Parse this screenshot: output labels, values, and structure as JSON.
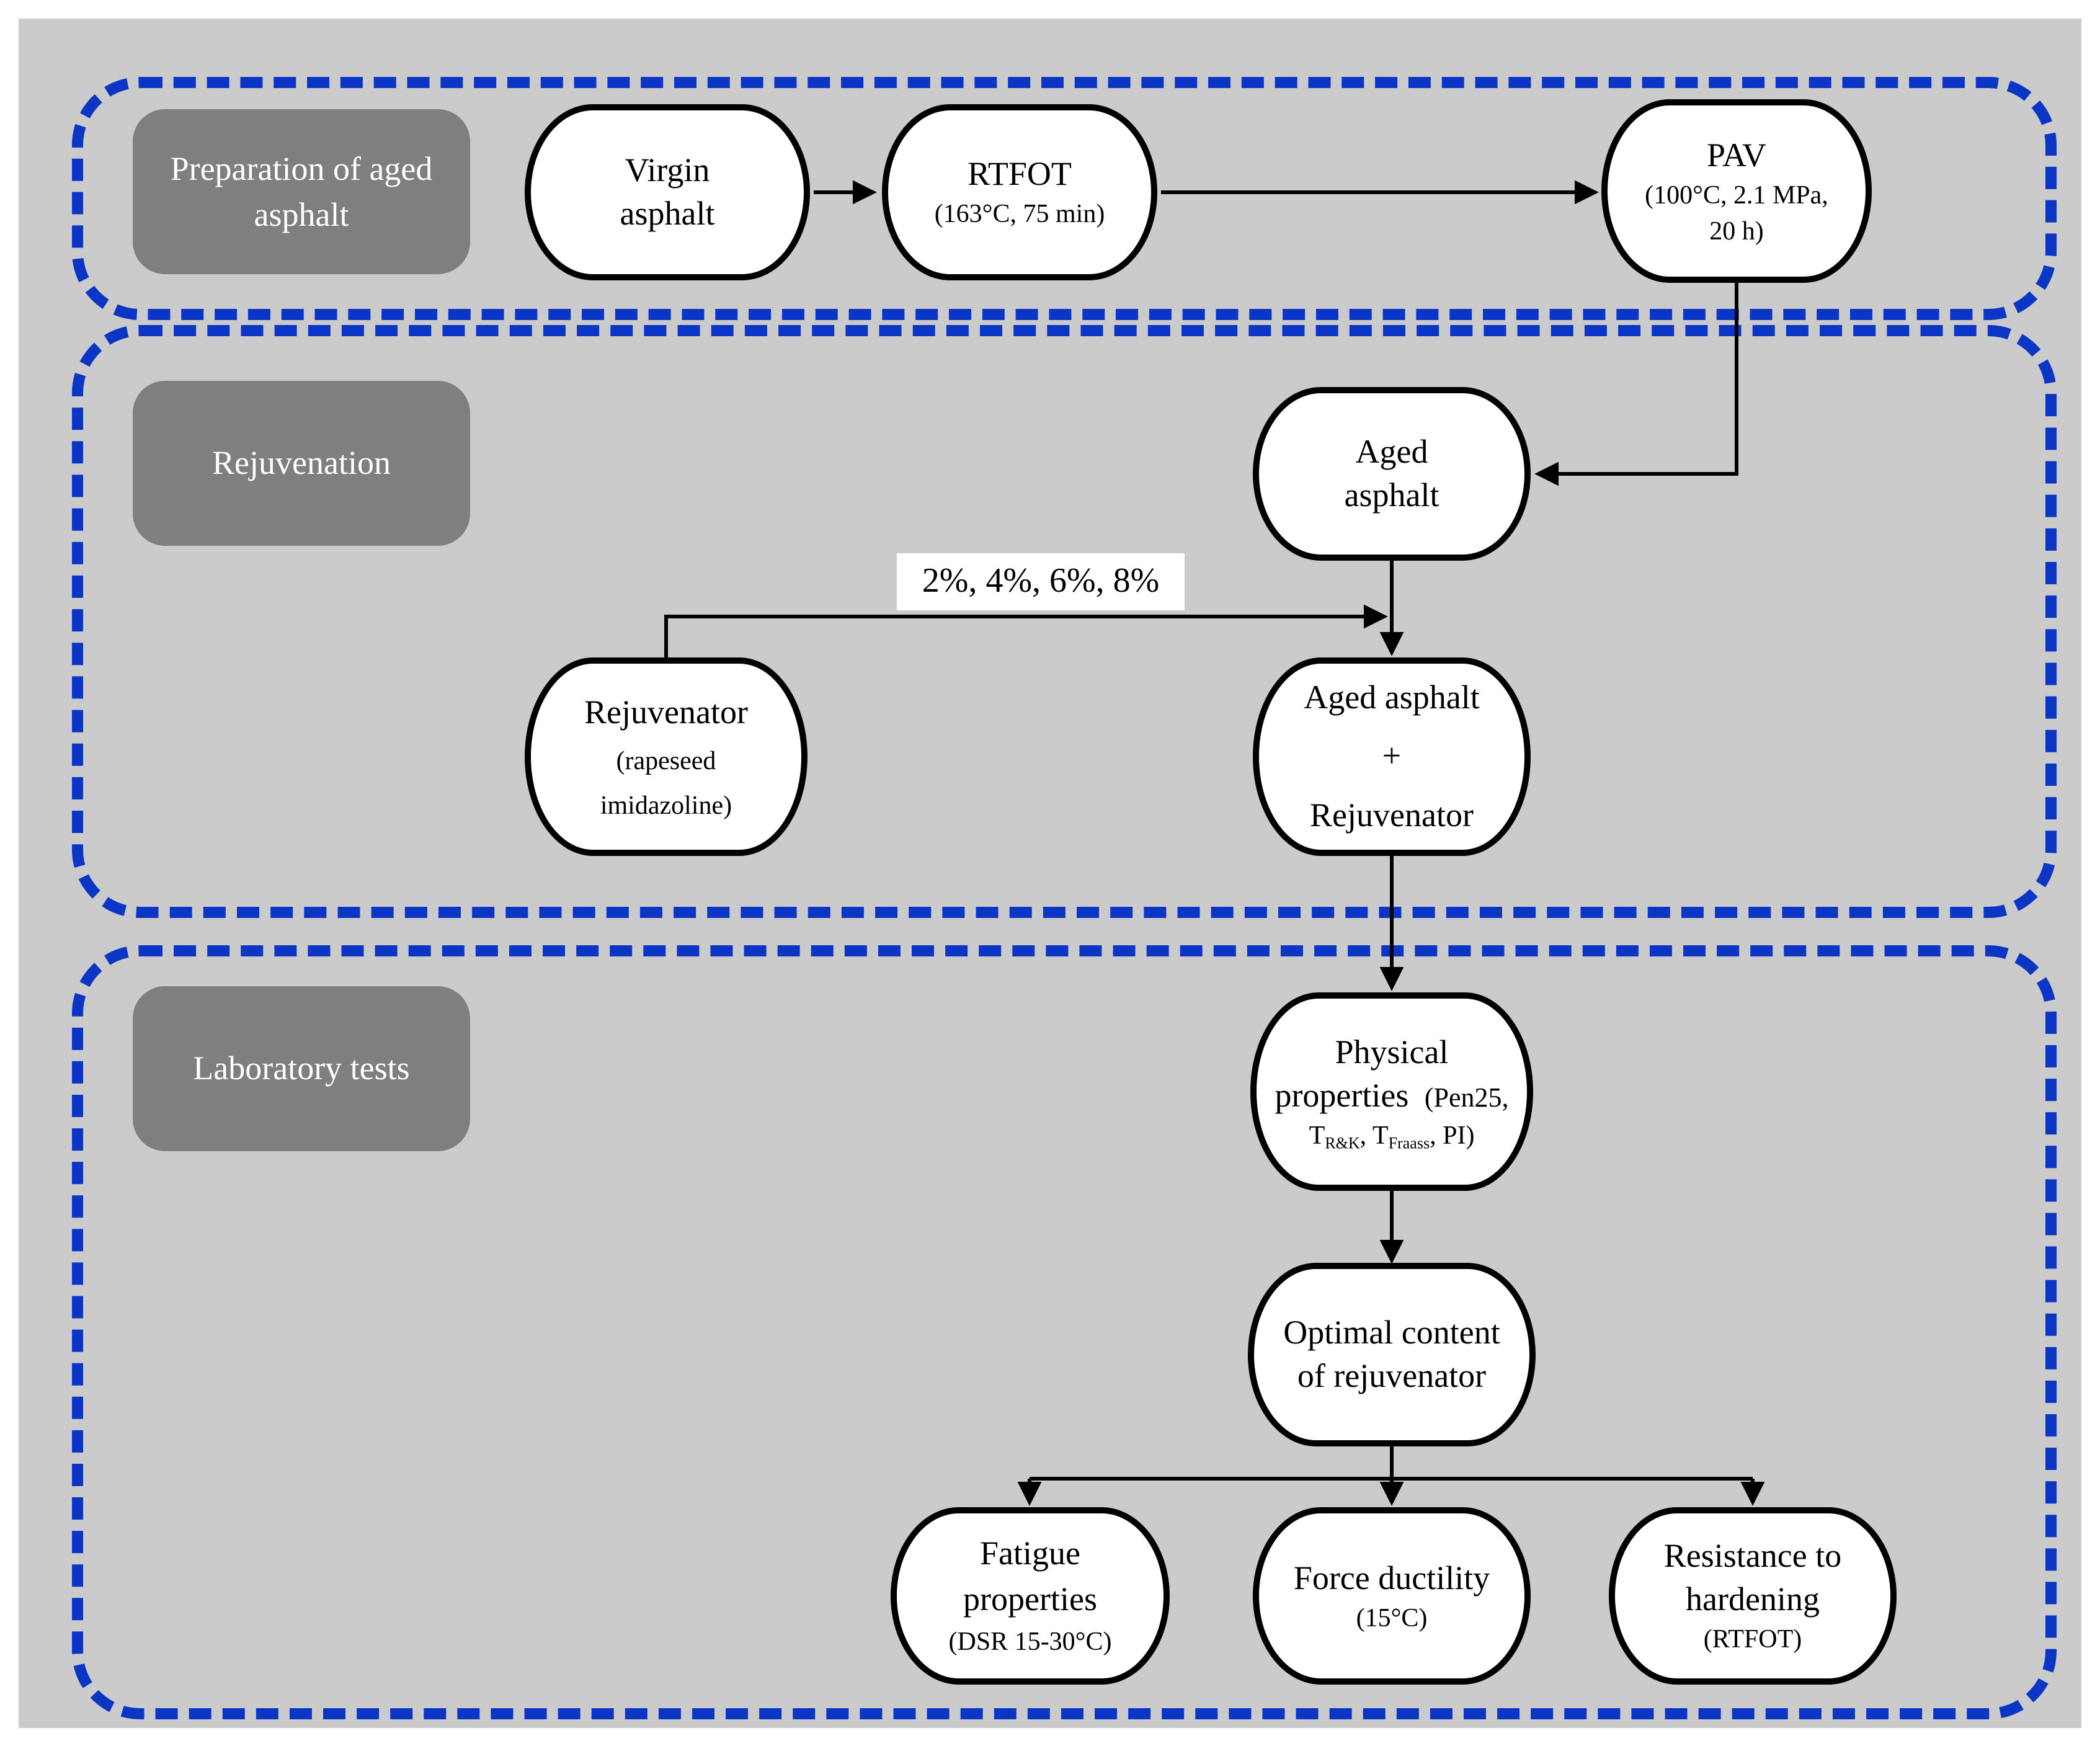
{
  "figure": {
    "description_title": "Asphalt rejuvenation experimental flowchart"
  },
  "colors": {
    "background": "#cbcbcb",
    "section_border_blue": "#0b35c4",
    "label_box_gray": "#7f7f7f",
    "node_fill": "#ffffff",
    "node_border": "#000000",
    "connector": "#000000"
  },
  "sections": [
    {
      "label": "Preparation of aged asphalt"
    },
    {
      "label": "Rejuvenation"
    },
    {
      "label": "Laboratory tests"
    }
  ],
  "nodes": {
    "virgin": {
      "line1": "Virgin",
      "line2": "asphalt"
    },
    "rtfot": {
      "line1": "RTFOT",
      "line2": "(163°C, 75 min)"
    },
    "pav": {
      "line1": "PAV",
      "line2": "(100°C, 2.1 MPa,",
      "line3": "20 h)"
    },
    "aged": {
      "line1": "Aged",
      "line2": "asphalt"
    },
    "rejuvenator": {
      "line1": "Rejuvenator",
      "line2": "(rapeseed",
      "line3": "imidazoline)"
    },
    "mix": {
      "line1": "Aged asphalt",
      "line2": "+",
      "line3": "Rejuvenator"
    },
    "physical": {
      "line1": "Physical",
      "line2a": "properties ",
      "line2b": "(Pen25,",
      "line3_parts": [
        "T",
        "R&K",
        ",  T",
        "Fraass",
        ", PI)"
      ]
    },
    "optimal": {
      "line1": "Optimal content",
      "line2": "of rejuvenator"
    },
    "fatigue": {
      "line1": "Fatigue",
      "line2": "properties",
      "line3": "(DSR 15-30°C)"
    },
    "ductility": {
      "line1": "Force ductility",
      "line2": "(15°C)"
    },
    "hardening": {
      "line1": "Resistance to",
      "line2": "hardening",
      "line3": "(RTFOT)"
    }
  },
  "annotations": {
    "dosage": "2%, 4%, 6%, 8%"
  }
}
